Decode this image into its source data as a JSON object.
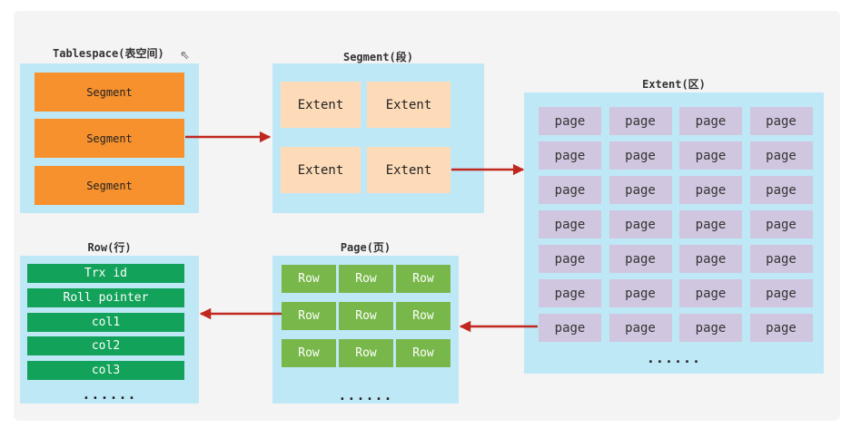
{
  "tablespace": {
    "title": "Tablespace(表空间)",
    "segments": [
      "Segment",
      "Segment",
      "Segment"
    ]
  },
  "segment": {
    "title": "Segment(段)",
    "extents": [
      "Extent",
      "Extent",
      "Extent",
      "Extent"
    ]
  },
  "extent": {
    "title": "Extent(区)",
    "page_label": "page",
    "page_rows": 7,
    "page_cols": 4,
    "ellipsis": "......"
  },
  "page": {
    "title": "Page(页)",
    "row_label": "Row",
    "rows": 3,
    "cols": 3,
    "ellipsis": "......"
  },
  "row": {
    "title": "Row(行)",
    "fields": [
      "Trx id",
      "Roll pointer",
      "col1",
      "col2",
      "col3"
    ],
    "ellipsis": "......"
  },
  "colors": {
    "panel": "#bfe8f7",
    "segment": "#f6912e",
    "extent": "#fddbb8",
    "page": "#d1c6df",
    "row": "#78b84a",
    "field": "#13a25a",
    "arrow": "#c0281f"
  }
}
